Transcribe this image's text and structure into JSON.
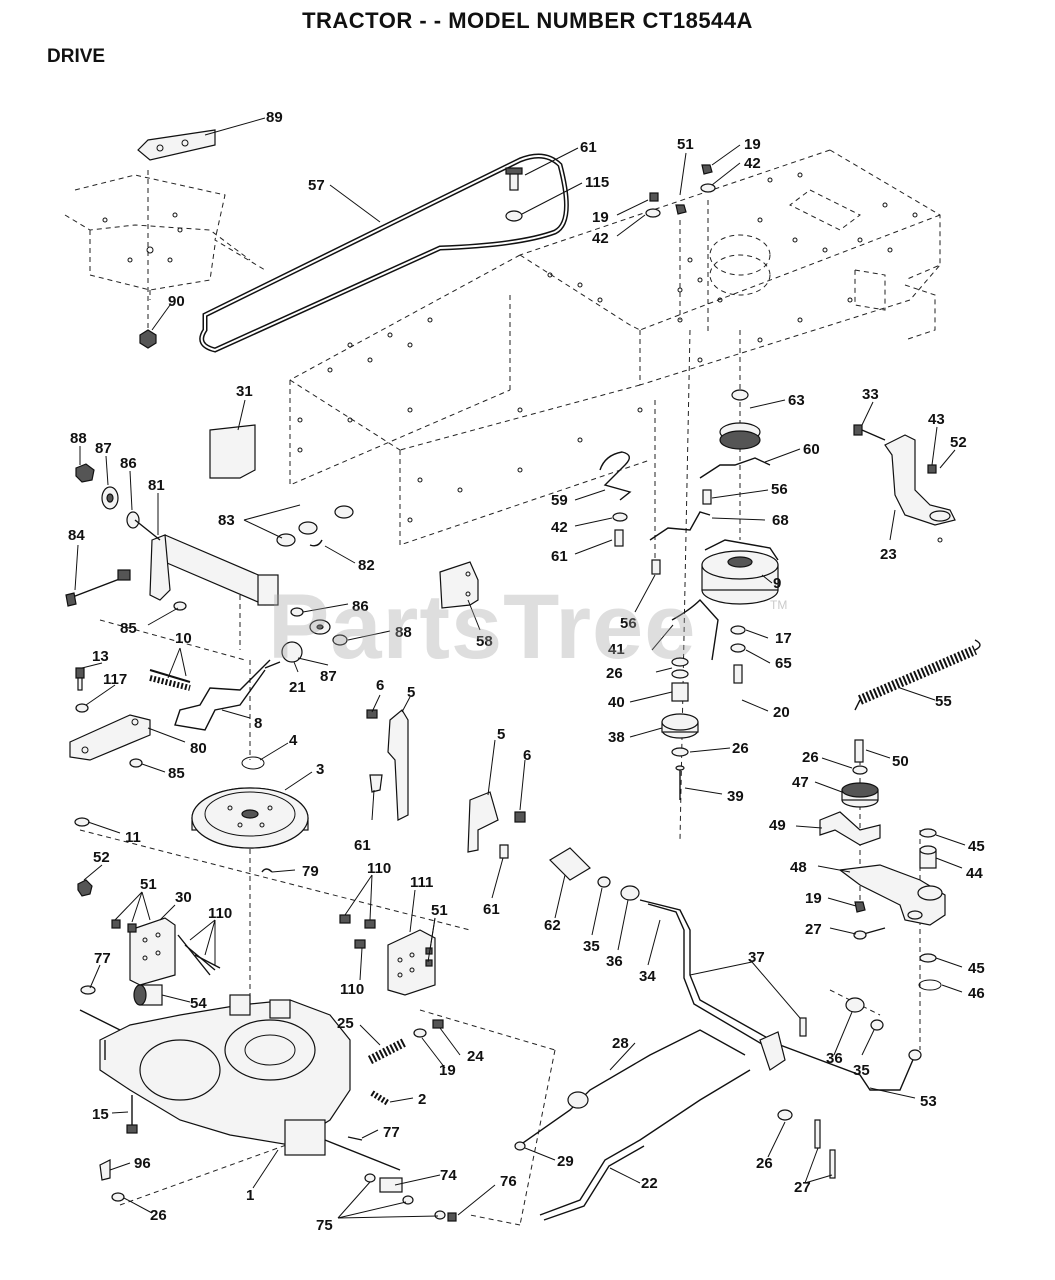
{
  "header": {
    "title": "TRACTOR - - MODEL NUMBER CT18544A",
    "section": "DRIVE"
  },
  "watermark": {
    "text": "PartsTree",
    "tm": "TM"
  },
  "callouts": [
    "89",
    "57",
    "61",
    "115",
    "51",
    "19",
    "42",
    "19",
    "42",
    "90",
    "31",
    "63",
    "60",
    "33",
    "43",
    "52",
    "56",
    "59",
    "42",
    "61",
    "68",
    "23",
    "88",
    "87",
    "86",
    "81",
    "83",
    "82",
    "9",
    "84",
    "58",
    "56",
    "17",
    "86",
    "85",
    "88",
    "41",
    "10",
    "26",
    "65",
    "55",
    "13",
    "117",
    "21",
    "87",
    "40",
    "20",
    "6",
    "5",
    "8",
    "80",
    "38",
    "26",
    "85",
    "4",
    "3",
    "50",
    "26",
    "47",
    "5",
    "6",
    "11",
    "39",
    "61",
    "49",
    "45",
    "79",
    "52",
    "110",
    "111",
    "44",
    "48",
    "51",
    "30",
    "110",
    "51",
    "62",
    "61",
    "19",
    "37",
    "27",
    "35",
    "36",
    "34",
    "110",
    "77",
    "54",
    "45",
    "46",
    "25",
    "24",
    "28",
    "19",
    "36",
    "35",
    "53",
    "2",
    "77",
    "15",
    "29",
    "26",
    "96",
    "74",
    "76",
    "22",
    "1",
    "27",
    "26",
    "75"
  ],
  "colors": {
    "line": "#111111",
    "background": "#ffffff",
    "watermark": "#a0a0a0"
  }
}
